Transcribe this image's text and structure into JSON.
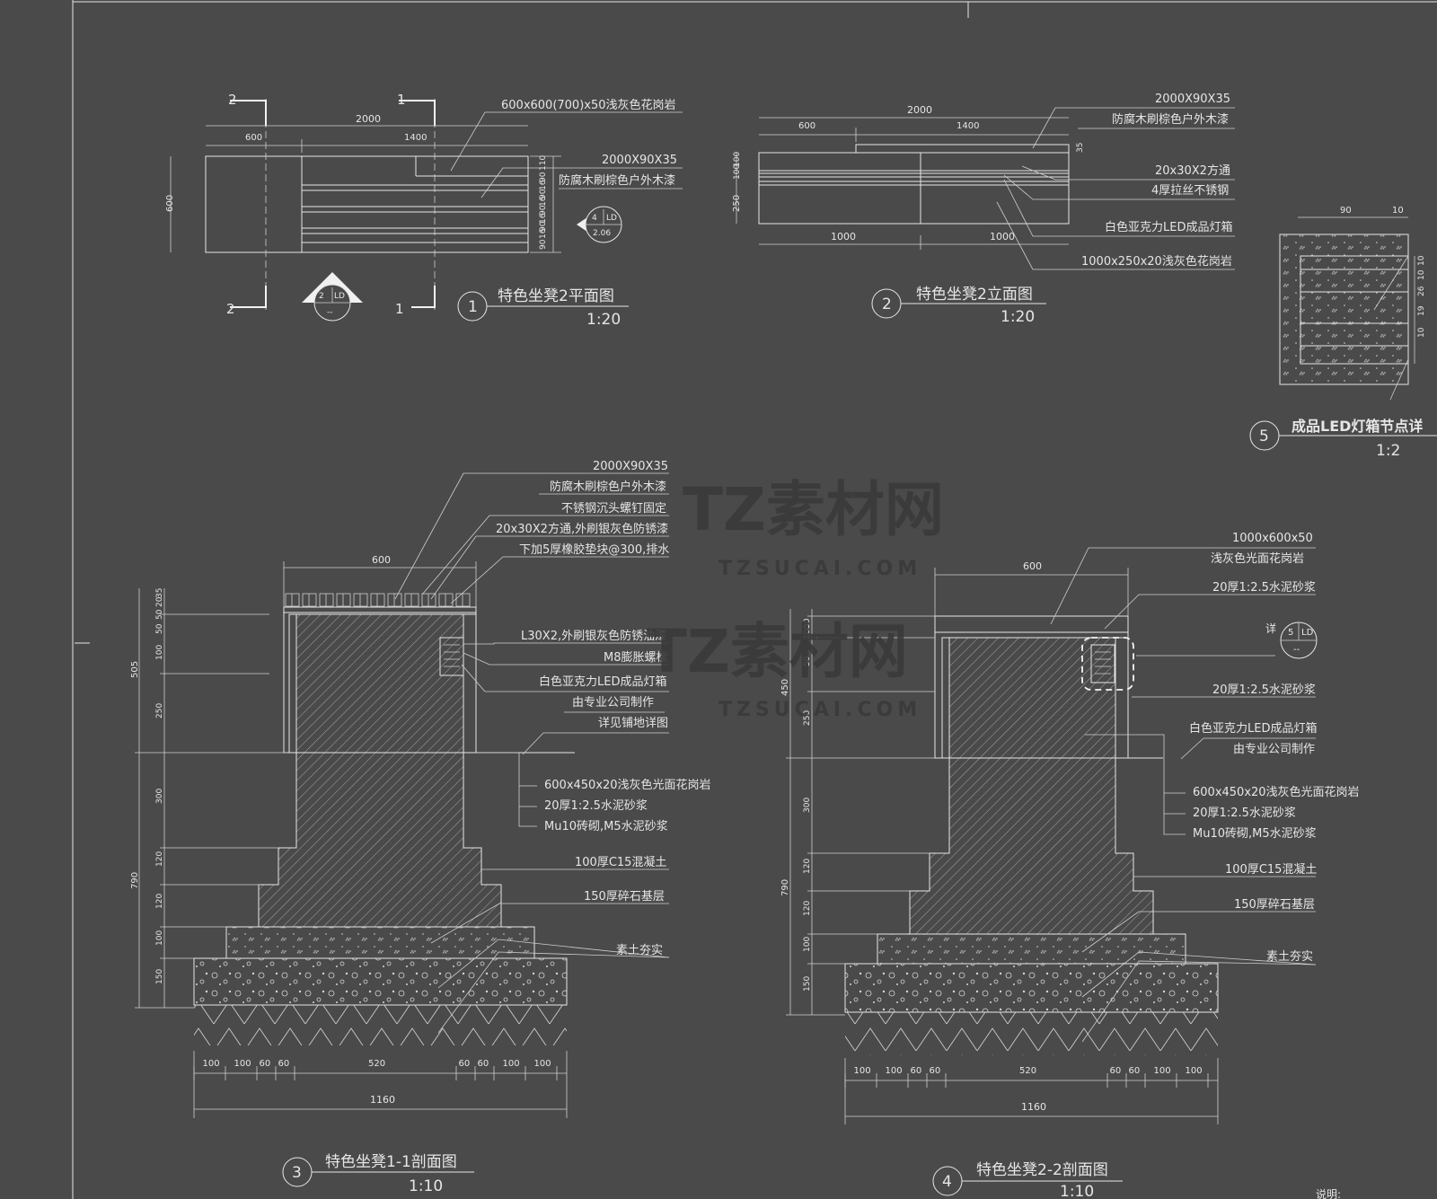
{
  "drawings": {
    "d1": {
      "number": "1",
      "title": "特色坐凳2平面图",
      "scale": "1:20",
      "labels": [
        "600x600(700)x50浅灰色花岗岩",
        "2000X90X35",
        "防腐木刷棕色户外木漆"
      ],
      "dims": {
        "total": "2000",
        "left": "600",
        "right": "1400",
        "height": "600",
        "slats": [
          "110",
          "90",
          "16",
          "90",
          "16",
          "90",
          "16",
          "90",
          "16",
          "90"
        ]
      },
      "section_marks": [
        "2",
        "2",
        "1",
        "1"
      ],
      "callout_a": {
        "num": "2",
        "ref": "LD",
        "sub": "--"
      },
      "callout_b": {
        "num": "4",
        "ref": "LD",
        "sub": "2.06"
      }
    },
    "d2": {
      "number": "2",
      "title": "特色坐凳2立面图",
      "scale": "1:20",
      "labels": [
        "2000X90X35",
        "防腐木刷棕色户外木漆",
        "20x30X2方通",
        "4厚拉丝不锈钢",
        "白色亚克力LED成品灯箱",
        "1000x250x20浅灰色花岗岩"
      ],
      "dims": {
        "total": "2000",
        "left": "600",
        "right": "1400",
        "h1": "100",
        "h2": "100",
        "h3": "250",
        "b1": "1000",
        "b2": "1000",
        "top": "35"
      }
    },
    "d5": {
      "number": "5",
      "title": "成品LED灯箱节点详",
      "scale": "1:2",
      "dims": [
        "90",
        "10",
        "10",
        "10",
        "26",
        "19",
        "10"
      ]
    },
    "d3": {
      "number": "3",
      "title": "特色坐凳1-1剖面图",
      "scale": "1:10",
      "labels": [
        "2000X90X35",
        "防腐木刷棕色户外木漆",
        "不锈钢沉头螺钉固定",
        "20x30X2方通,外刷银灰色防锈漆",
        "下加5厚橡胶垫块@300,排水",
        "L30X2,外刷银灰色防锈油漆",
        "M8膨胀螺栓",
        "白色亚克力LED成品灯箱",
        "由专业公司制作",
        "详见铺地详图",
        "600x450x20浅灰色光面花岗岩",
        "20厚1:2.5水泥砂浆",
        "Mu10砖砌,M5水泥砂浆",
        "100厚C15混凝土",
        "150厚碎石基层",
        "素土夯实"
      ],
      "dims_v": [
        "35",
        "20",
        "50",
        "50",
        "100",
        "250",
        "300",
        "120",
        "120",
        "100",
        "150"
      ],
      "dims_v_total": [
        "505",
        "790"
      ],
      "top_dim": "600",
      "dims_h": [
        "100",
        "100",
        "60",
        "60",
        "520",
        "60",
        "60",
        "100",
        "100"
      ],
      "total": "1160"
    },
    "d4": {
      "number": "4",
      "title": "特色坐凳2-2剖面图",
      "scale": "1:10",
      "labels": [
        "1000x600x50",
        "浅灰色光面花岗岩",
        "20厚1:2.5水泥砂浆",
        "20厚1:2.5水泥砂浆",
        "白色亚克力LED成品灯箱",
        "由专业公司制作",
        "600x450x20浅灰色光面花岗岩",
        "20厚1:2.5水泥砂浆",
        "Mu10砖砌,M5水泥砂浆",
        "100厚C15混凝土",
        "150厚碎石基层",
        "素土夯实"
      ],
      "detail_ref": {
        "prefix": "详",
        "num": "5",
        "ref": "LD",
        "sub": "--"
      },
      "dims_v": [
        "50",
        "100",
        "50",
        "250",
        "300",
        "120",
        "120",
        "100",
        "150"
      ],
      "dims_v_total": [
        "450",
        "790"
      ],
      "top_dim": "600",
      "dims_h": [
        "100",
        "100",
        "60",
        "60",
        "520",
        "60",
        "60",
        "100",
        "100"
      ],
      "total": "1160"
    }
  },
  "watermark": {
    "text": "TZ素材网",
    "sub": "TZSUCAI.COM"
  },
  "notes_label": "说明:",
  "colors": {
    "background": "#4a4a4a",
    "line": "#e6e6e6"
  }
}
